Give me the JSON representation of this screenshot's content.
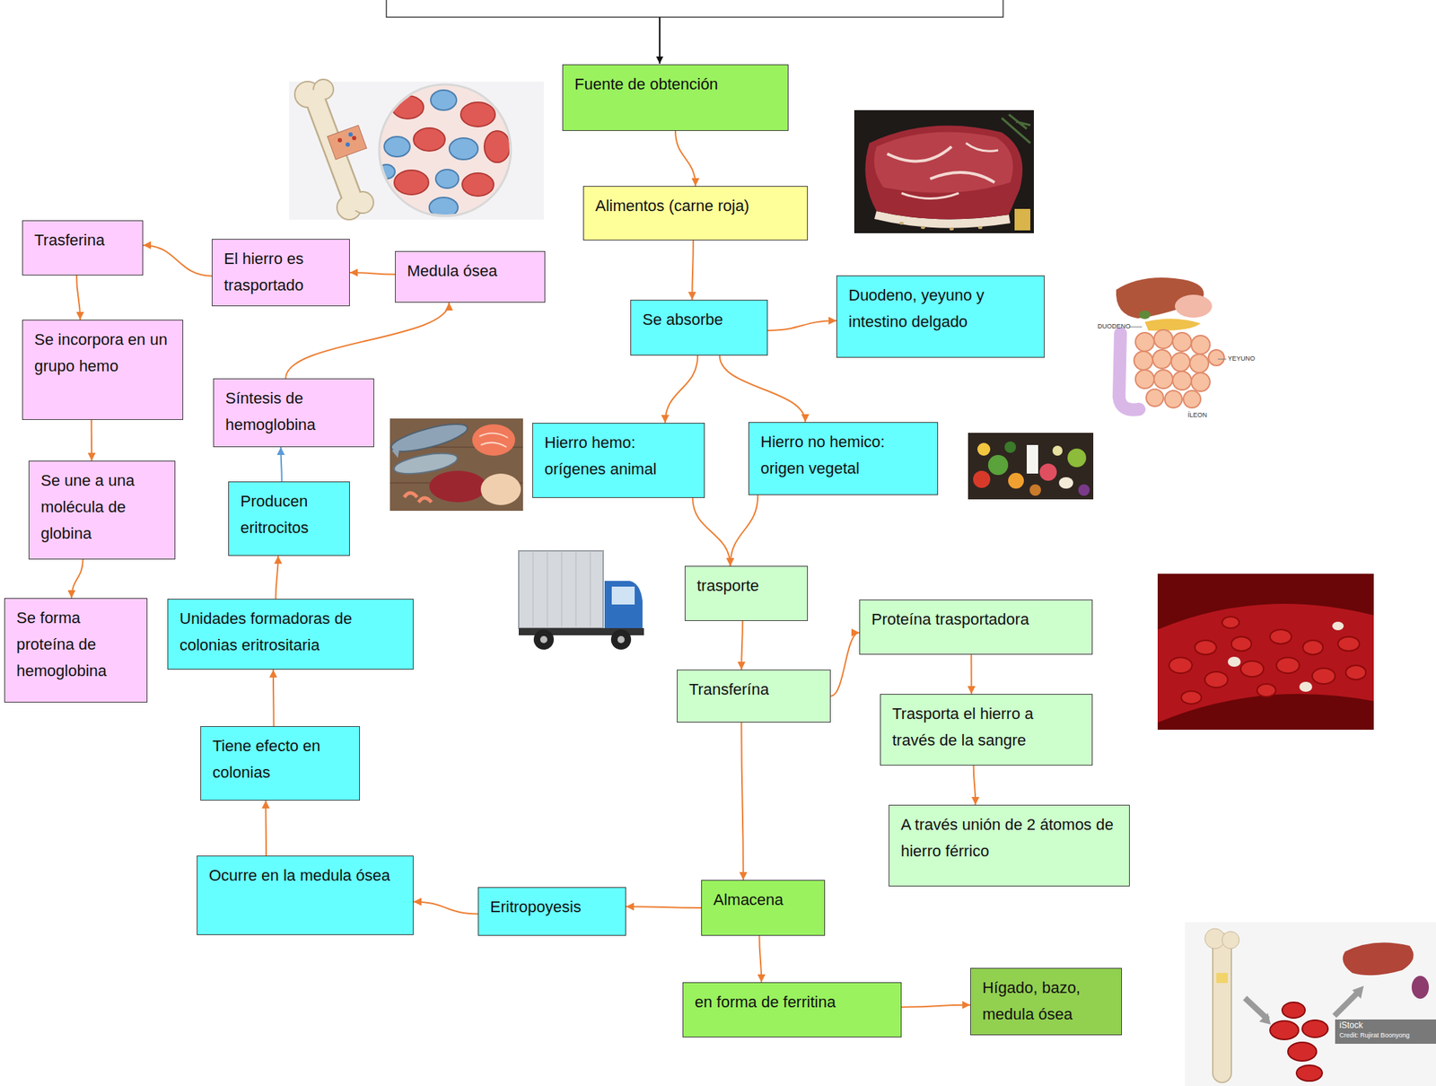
{
  "diagram": {
    "nodes": [
      {
        "text": [
          "Fuente de obtención"
        ]
      },
      {
        "text": [
          "Alimentos (carne roja)"
        ]
      },
      {
        "text": [
          "Se absorbe"
        ]
      },
      {
        "text": [
          "Duodeno, yeyuno y intestino delgado"
        ]
      },
      {
        "text": [
          "Hierro hemo: orígenes animal"
        ]
      },
      {
        "text": [
          "Hierro no hemico: origen vegetal"
        ]
      },
      {
        "text": [
          "trasporte"
        ]
      },
      {
        "text": [
          "Transferína"
        ]
      },
      {
        "text": [
          "Proteína trasportadora"
        ]
      },
      {
        "text": [
          "Trasporta el hierro a través de la sangre"
        ]
      },
      {
        "text": [
          "A través unión de 2 átomos de hierro férrico"
        ]
      },
      {
        "text": [
          "Almacena"
        ]
      },
      {
        "text": [
          "en forma de ferritina"
        ]
      },
      {
        "text": [
          "Hígado, bazo, medula ósea"
        ]
      },
      {
        "text": [
          "Eritropoyesis"
        ]
      },
      {
        "text": [
          "Ocurre en la medula ósea"
        ]
      },
      {
        "text": [
          "Tiene efecto en colonias"
        ]
      },
      {
        "text": [
          "Unidades formadoras de colonias eritrositaria"
        ]
      },
      {
        "text": [
          "Producen eritrocitos"
        ]
      },
      {
        "text": [
          "Síntesis de hemoglobina"
        ]
      },
      {
        "text": [
          "Medula ósea"
        ]
      },
      {
        "text": [
          "El hierro es trasportado"
        ]
      },
      {
        "text": [
          "Trasferina"
        ]
      },
      {
        "text": [
          "Se incorpora en un grupo hemo"
        ]
      },
      {
        "text": [
          "Se une a una molécula de globina"
        ]
      },
      {
        "text": [
          "Se forma proteína de hemoglobina"
        ]
      }
    ],
    "edges": [
      {
        "from": 0,
        "to": 1,
        "arrow": "to"
      },
      {
        "from": 1,
        "to": 2,
        "arrow": "to"
      },
      {
        "from": 2,
        "to": 3,
        "arrow": "to"
      },
      {
        "from": 2,
        "to": 4,
        "arrow": "to"
      },
      {
        "from": 2,
        "to": 5,
        "arrow": "to"
      },
      {
        "from": 4,
        "to": 6,
        "arrow": "to"
      },
      {
        "from": 5,
        "to": 6,
        "arrow": "to"
      },
      {
        "from": 6,
        "to": 7,
        "arrow": "to"
      },
      {
        "from": 7,
        "to": 8,
        "arrow": "to"
      },
      {
        "from": 8,
        "to": 9,
        "arrow": "to"
      },
      {
        "from": 9,
        "to": 10,
        "arrow": "to"
      },
      {
        "from": 7,
        "to": 11,
        "arrow": "to"
      },
      {
        "from": 11,
        "to": 12,
        "arrow": "to"
      },
      {
        "from": 12,
        "to": 13,
        "arrow": "to"
      },
      {
        "from": 11,
        "to": 14,
        "arrow": "to"
      },
      {
        "from": 14,
        "to": 15,
        "arrow": "to"
      },
      {
        "from": 15,
        "to": 16,
        "arrow": "to"
      },
      {
        "from": 16,
        "to": 17,
        "arrow": "to"
      },
      {
        "from": 17,
        "to": 18,
        "arrow": "to"
      },
      {
        "from": 18,
        "to": 19,
        "arrow": "to"
      },
      {
        "from": 19,
        "to": 20,
        "arrow": "to"
      },
      {
        "from": 20,
        "to": 21,
        "arrow": "to"
      },
      {
        "from": 21,
        "to": 22,
        "arrow": "to"
      },
      {
        "from": 22,
        "to": 23,
        "arrow": "to"
      },
      {
        "from": 23,
        "to": 24,
        "arrow": "to"
      },
      {
        "from": 24,
        "to": 25,
        "arrow": "to"
      }
    ],
    "labels": [
      "DUODENO",
      "YEYUNO",
      "ÍLEON",
      "iStock",
      "Credit: Rujirat Boonyong"
    ]
  }
}
